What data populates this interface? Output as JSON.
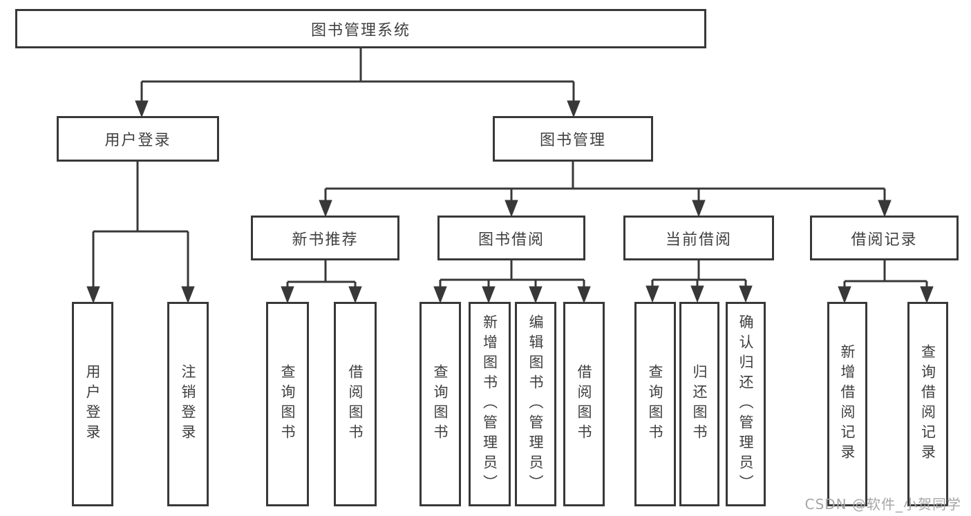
{
  "colors": {
    "line": "#383838",
    "text": "#3f3f3f",
    "watermark": "#a6a6a6",
    "background": "#ffffff"
  },
  "tree": {
    "root": {
      "label": "图书管理系统"
    },
    "level1": [
      {
        "label": "用户登录",
        "children": [
          {
            "label": "用户登录"
          },
          {
            "label": "注销登录"
          }
        ]
      },
      {
        "label": "图书管理",
        "children": [
          {
            "label": "新书推荐",
            "children": [
              {
                "label": "查询图书"
              },
              {
                "label": "借阅图书"
              }
            ]
          },
          {
            "label": "图书借阅",
            "children": [
              {
                "label": "查询图书"
              },
              {
                "label": "新增图书（管理员）"
              },
              {
                "label": "编辑图书（管理员）"
              },
              {
                "label": "借阅图书"
              }
            ]
          },
          {
            "label": "当前借阅",
            "children": [
              {
                "label": "查询图书"
              },
              {
                "label": "归还图书"
              },
              {
                "label": "确认归还（管理员）"
              }
            ]
          },
          {
            "label": "借阅记录",
            "children": [
              {
                "label": "新增借阅记录"
              },
              {
                "label": "查询借阅记录"
              }
            ]
          }
        ]
      }
    ]
  },
  "watermark": {
    "text": "CSDN @软件_小贺同学"
  }
}
